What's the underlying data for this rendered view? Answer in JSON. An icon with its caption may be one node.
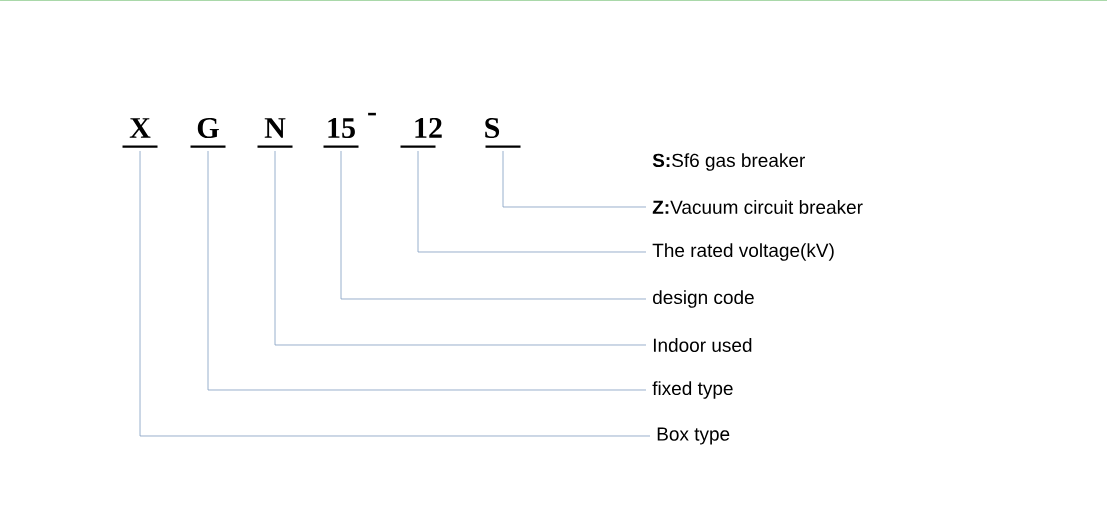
{
  "diagram": {
    "nodes": [
      {
        "text": [
          "X"
        ]
      },
      {
        "text": [
          "G"
        ]
      },
      {
        "text": [
          "N"
        ]
      },
      {
        "text": [
          "15"
        ]
      },
      {
        "text": [
          "12"
        ]
      },
      {
        "text": [
          "S"
        ]
      },
      {
        "text": [
          "**S:**Sf6 gas breaker"
        ]
      },
      {
        "text": [
          "**Z:**Vacuum circuit breaker"
        ]
      },
      {
        "text": [
          "The rated voltage(kV)"
        ]
      },
      {
        "text": [
          "design code"
        ]
      },
      {
        "text": [
          "Indoor used"
        ]
      },
      {
        "text": [
          "fixed type"
        ]
      },
      {
        "text": [
          "Box type"
        ]
      }
    ],
    "edges": [
      {
        "from": 5,
        "to": 7,
        "arrow": "none"
      },
      {
        "from": 4,
        "to": 8,
        "arrow": "none"
      },
      {
        "from": 3,
        "to": 9,
        "arrow": "none"
      },
      {
        "from": 2,
        "to": 10,
        "arrow": "none"
      },
      {
        "from": 1,
        "to": 11,
        "arrow": "none"
      },
      {
        "from": 0,
        "to": 12,
        "arrow": "none"
      }
    ],
    "labels": [
      "-"
    ]
  }
}
